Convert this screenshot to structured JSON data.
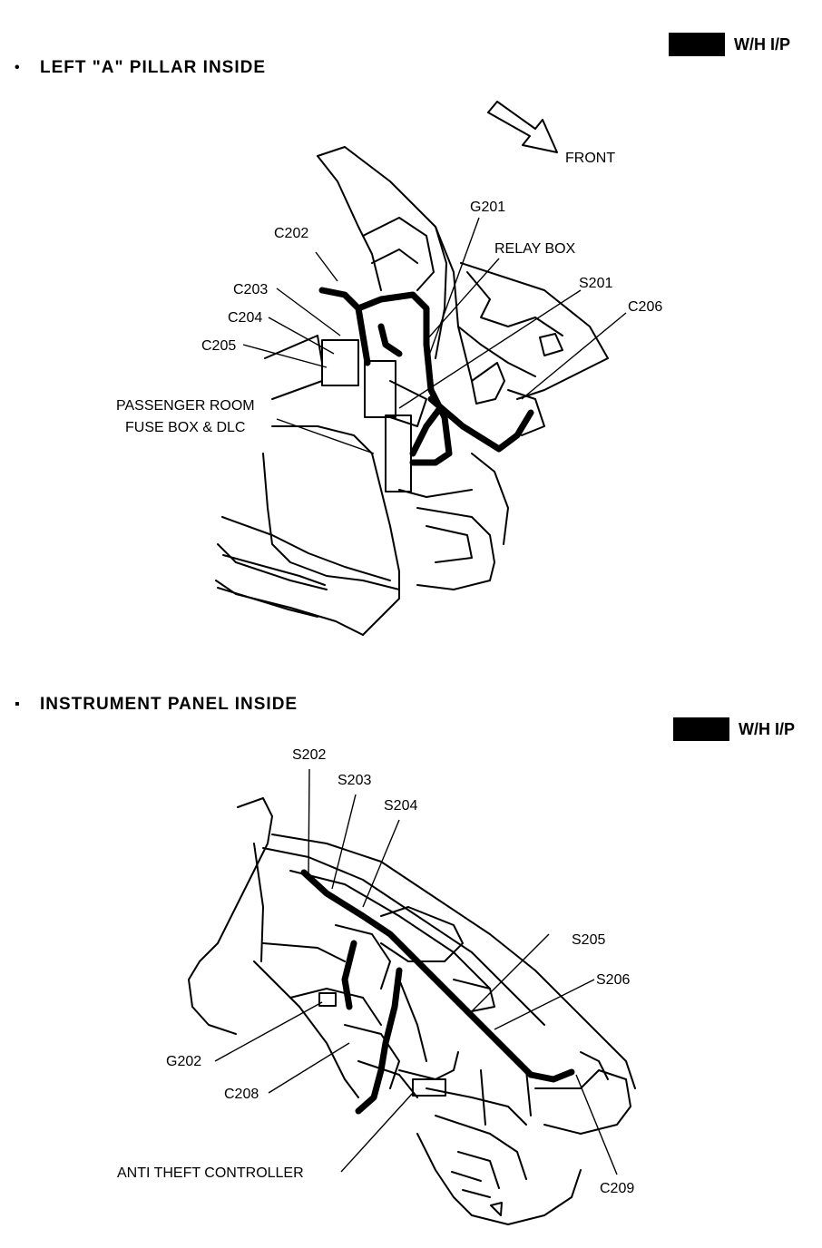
{
  "badges": {
    "top": {
      "text": "W/H I/P",
      "color": "#000000"
    },
    "bottom": {
      "text": "W/H I/P",
      "color": "#000000"
    }
  },
  "section1": {
    "bullet": "•",
    "title": "LEFT \"A\" PILLAR INSIDE",
    "front_label": "FRONT",
    "labels": {
      "c202": "C202",
      "c203": "C203",
      "c204": "C204",
      "c205": "C205",
      "g201": "G201",
      "relay_box": "RELAY BOX",
      "s201": "S201",
      "c206": "C206",
      "fuse_box_line1": "PASSENGER ROOM",
      "fuse_box_line2": "FUSE BOX & DLC"
    }
  },
  "section2": {
    "bullet": "▪",
    "title": "INSTRUMENT PANEL INSIDE",
    "labels": {
      "s202": "S202",
      "s203": "S203",
      "s204": "S204",
      "s205": "S205",
      "s206": "S206",
      "g202": "G202",
      "c208": "C208",
      "anti_theft": "ANTI THEFT CONTROLLER",
      "c209": "C209"
    }
  }
}
